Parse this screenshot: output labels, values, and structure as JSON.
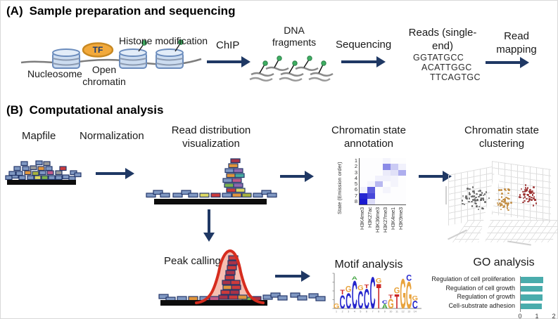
{
  "figure": {
    "panel_a": {
      "tag": "(A)",
      "title": "Sample preparation and sequencing",
      "nucleosome_label": "Nucleosome",
      "tf_label": "TF",
      "open_chromatin_label": "Open chromatin",
      "histone_modification_label": "Histone modification",
      "chip_label": "ChIP",
      "dna_fragments_label": "DNA fragments",
      "sequencing_label": "Sequencing",
      "reads_label": "Reads (single-end)",
      "read_sequences": [
        "GGTATGCC",
        "ACATTGGC",
        "TTCAGTGC"
      ],
      "read_mapping_label": "Read mapping"
    },
    "panel_b": {
      "tag": "(B)",
      "title": "Computational analysis",
      "mapfile_label": "Mapfile",
      "normalization_label": "Normalization",
      "read_distribution_label": "Read distribution visualization",
      "chromatin_annotation_title": "Chromatin state annotation",
      "chromatin_clustering_title": "Chromatin state clustering",
      "peak_calling_label": "Peak calling",
      "motif_analysis_title": "Motif analysis",
      "go_analysis_title": "GO analysis"
    }
  },
  "colors": {
    "arrow": "#1f3864",
    "peak_red": "#d62c1e",
    "heatmap_high": "#1a1ad0",
    "go_bar": "#4aacac",
    "tf_fill": "#f2a93b",
    "nucleosome_fill": "#ccdcf0",
    "histone_mark_green": "#3fae62"
  },
  "chart_data": [
    {
      "id": "chromatin_state_annotation",
      "type": "heatmap",
      "title": "Chromatin state annotation",
      "ylabel": "State (Emission order)",
      "row_labels": [
        "1",
        "2",
        "3",
        "4",
        "5",
        "6",
        "7",
        "8"
      ],
      "col_labels": [
        "H3K4me3",
        "H3K27ac",
        "H3K36me3",
        "H3K27me3",
        "H3K4me1",
        "H3K9me3"
      ],
      "values": [
        [
          0,
          0,
          0,
          0.04,
          0,
          0
        ],
        [
          0,
          0,
          0,
          0.5,
          0.22,
          0.05
        ],
        [
          0,
          0,
          0,
          0.08,
          0.12,
          0.35
        ],
        [
          0,
          0,
          0.05,
          0.05,
          0.04,
          0
        ],
        [
          0,
          0.04,
          0.3,
          0,
          0.04,
          0
        ],
        [
          0.05,
          0.7,
          0,
          0.04,
          0,
          0
        ],
        [
          0.95,
          0.8,
          0,
          0,
          0,
          0
        ],
        [
          1.0,
          0.15,
          0,
          0,
          0,
          0
        ]
      ],
      "color_low": "#ffffff",
      "color_high": "#1a1ad0"
    },
    {
      "id": "chromatin_state_clustering",
      "type": "scatter",
      "title": "Chromatin state clustering",
      "projection": "3d",
      "grid": true,
      "clusters": [
        {
          "name": "cluster-gray",
          "color": "#5f5f5f",
          "count": 55,
          "cx": 46,
          "cy": 60,
          "sx": 21,
          "sy": 21
        },
        {
          "name": "cluster-tan",
          "color": "#c08a3e",
          "count": 40,
          "cx": 86,
          "cy": 63,
          "sx": 12,
          "sy": 18
        },
        {
          "name": "cluster-darkred",
          "color": "#9b3030",
          "count": 55,
          "cx": 120,
          "cy": 55,
          "sx": 15,
          "sy": 16
        }
      ]
    },
    {
      "id": "motif_logo",
      "type": "other",
      "subtype": "sequence-logo",
      "title": "Motif analysis",
      "letter_colors": {
        "A": "#3aa03a",
        "C": "#2525cc",
        "G": "#e8a33d",
        "T": "#cc2424"
      },
      "positions": [
        [
          [
            "G",
            0.16
          ]
        ],
        [
          [
            "C",
            0.42
          ],
          [
            "T",
            0.14
          ]
        ],
        [
          [
            "C",
            0.5
          ],
          [
            "G",
            0.18
          ]
        ],
        [
          [
            "C",
            0.88
          ],
          [
            "A",
            0.1
          ]
        ],
        [
          [
            "C",
            0.55
          ],
          [
            "G",
            0.16
          ]
        ],
        [
          [
            "C",
            0.62
          ],
          [
            "T",
            0.12
          ]
        ],
        [
          [
            "C",
            1.0
          ]
        ],
        [
          [
            "T",
            0.78
          ],
          [
            "G",
            0.14
          ]
        ],
        [
          [
            "A",
            0.14
          ],
          [
            "C",
            0.1
          ]
        ],
        [
          [
            "G",
            0.3
          ],
          [
            "T",
            0.12
          ]
        ],
        [
          [
            "T",
            0.45
          ],
          [
            "G",
            0.18
          ]
        ],
        [
          [
            "G",
            0.95
          ]
        ],
        [
          [
            "G",
            0.85
          ],
          [
            "C",
            0.18
          ]
        ],
        [
          [
            "C",
            0.24
          ],
          [
            "G",
            0.14
          ]
        ]
      ]
    },
    {
      "id": "go_analysis",
      "type": "bar",
      "orientation": "horizontal",
      "title": "GO analysis",
      "categories": [
        "Regulation of cell proliferation",
        "Regulation of cell growth",
        "Regulation of growth",
        "Cell-substrate adhesion"
      ],
      "values": [
        1.35,
        1.3,
        1.3,
        1.25
      ],
      "xlim": [
        0,
        2
      ],
      "xticks": [
        "0",
        "1",
        "2"
      ],
      "bar_color": "#4aacac"
    }
  ]
}
